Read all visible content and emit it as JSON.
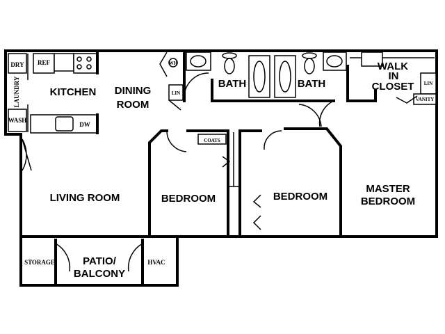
{
  "rooms": {
    "kitchen": "KITCHEN",
    "dining_1": "DINING",
    "dining_2": "ROOM",
    "bath_1": "BATH",
    "bath_2": "BATH",
    "walk_in_1": "WALK",
    "walk_in_2": "IN",
    "walk_in_3": "CLOSET",
    "living_room": "LIVING ROOM",
    "bedroom_1": "BEDROOM",
    "bedroom_2": "BEDROOM",
    "master_1": "MASTER",
    "master_2": "BEDROOM",
    "patio_1": "PATIO/",
    "patio_2": "BALCONY"
  },
  "fixtures": {
    "dry": "DRY",
    "ref": "REF",
    "laundry": "LAUNDRY",
    "wash": "WASH",
    "dw": "DW",
    "lin_1": "LIN",
    "lin_2": "LIN",
    "wh": "WH",
    "coats": "COATS",
    "vanity": "VANITY",
    "storage": "STORAGE",
    "hvac": "HVAC"
  }
}
